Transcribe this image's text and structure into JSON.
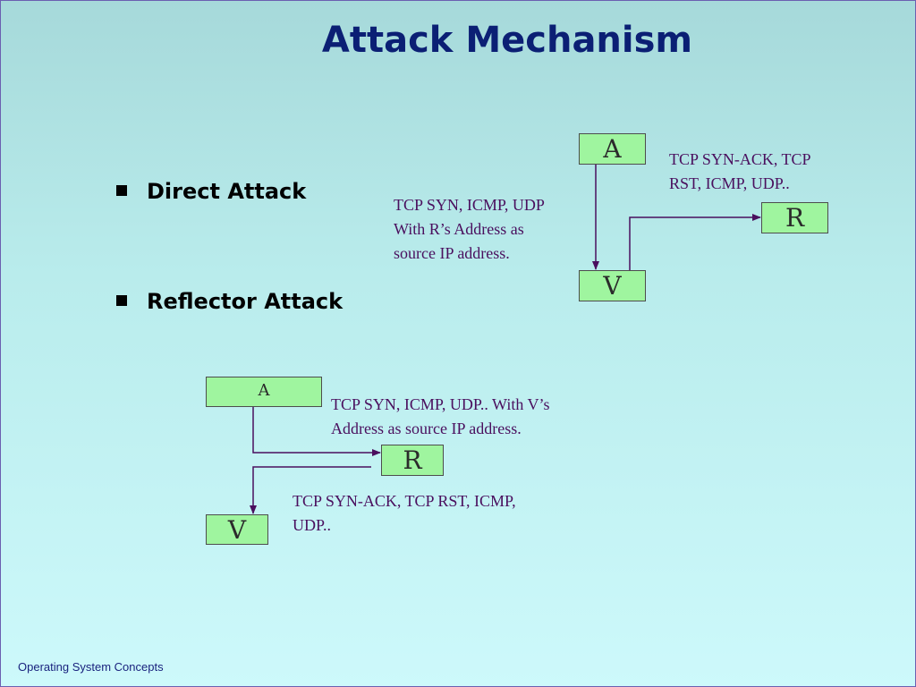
{
  "title": "Attack Mechanism",
  "bullets": [
    "Direct Attack",
    "Reflector Attack"
  ],
  "direct_diagram": {
    "node_a": "A",
    "node_v": "V",
    "node_r": "R",
    "label_a_to_v": [
      "TCP SYN, ICMP, UDP",
      "With R’s Address as",
      "source IP address."
    ],
    "label_v_to_r": [
      "TCP SYN-ACK, TCP",
      "RST, ICMP, UDP.."
    ]
  },
  "reflector_diagram": {
    "node_a": "A",
    "node_r": "R",
    "node_v": "V",
    "label_a_to_r": [
      "TCP SYN, ICMP, UDP.. With V’s",
      "Address as source IP address."
    ],
    "label_r_to_v": [
      "TCP SYN-ACK, TCP RST, ICMP,",
      "UDP.."
    ]
  },
  "footer": "Operating System Concepts",
  "colors": {
    "title": "#0b1f74",
    "box_fill": "#9ff59f",
    "connector": "#4a0f5e",
    "note_text": "#4a0f5e"
  }
}
